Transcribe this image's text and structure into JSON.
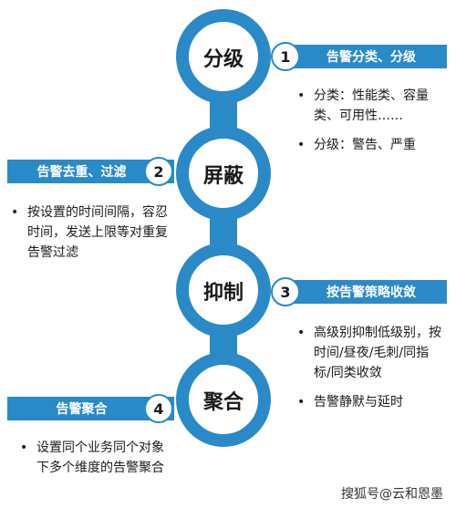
{
  "steps": [
    {
      "title": "分级",
      "number": "1",
      "banner": "告警分类、分级",
      "bullets": [
        "分类：性能类、容量类、可用性……",
        "分级：警告、严重"
      ]
    },
    {
      "title": "屏蔽",
      "number": "2",
      "banner": "告警去重、过滤",
      "bullets": [
        "按设置的时间间隔，容忍时间，发送上限等对重复告警过滤"
      ]
    },
    {
      "title": "抑制",
      "number": "3",
      "banner": "按告警策略收敛",
      "bullets": [
        "高级别抑制低级别，按时间/昼夜/毛刺/同指标/同类收敛",
        "告警静默与延时"
      ]
    },
    {
      "title": "聚合",
      "number": "4",
      "banner": "告警聚合",
      "bullets": [
        "设置同个业务同个对象下多个维度的告警聚合"
      ]
    }
  ],
  "watermark": "搜狐号@云和恩墨",
  "colors": {
    "ring": "#2a8ac8",
    "banner": "#2a8ac8",
    "text": "#1a1a1a"
  }
}
